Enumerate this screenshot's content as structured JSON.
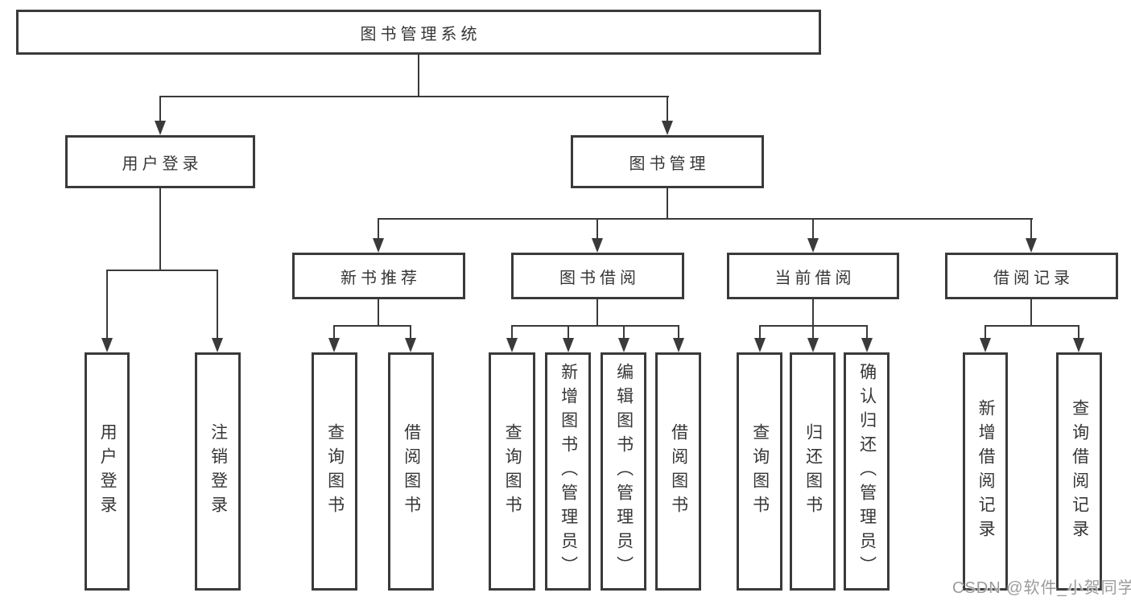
{
  "diagram_type": "functional-structure-tree",
  "tree": {
    "label": "图书管理系统",
    "children": [
      {
        "label": "用户登录",
        "children": [
          {
            "label": "用户登录"
          },
          {
            "label": "注销登录"
          }
        ]
      },
      {
        "label": "图书管理",
        "children": [
          {
            "label": "新书推荐",
            "children": [
              {
                "label": "查询图书"
              },
              {
                "label": "借阅图书"
              }
            ]
          },
          {
            "label": "图书借阅",
            "children": [
              {
                "label": "查询图书"
              },
              {
                "label": "新增图书（管理员）"
              },
              {
                "label": "编辑图书（管理员）"
              },
              {
                "label": "借阅图书"
              }
            ]
          },
          {
            "label": "当前借阅",
            "children": [
              {
                "label": "查询图书"
              },
              {
                "label": "归还图书"
              },
              {
                "label": "确认归还（管理员）"
              }
            ]
          },
          {
            "label": "借阅记录",
            "children": [
              {
                "label": "新增借阅记录"
              },
              {
                "label": "查询借阅记录"
              }
            ]
          }
        ]
      }
    ]
  },
  "watermark": {
    "text": "CSDN @软件_小贺同学"
  },
  "colors": {
    "line": "#3a3a3a",
    "text": "#363636",
    "watermark": "#9b9b9b",
    "background": "#ffffff"
  }
}
